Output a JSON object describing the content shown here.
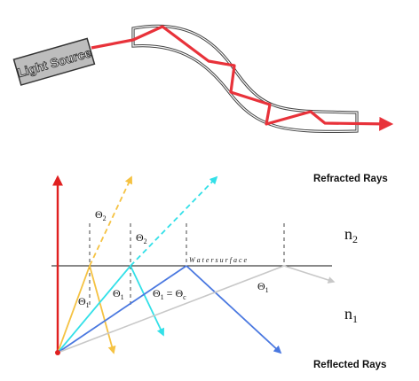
{
  "fiber_figure": {
    "source_label": "Light Source",
    "ray_color": "#e8323a",
    "fiber_outline_color": "#444444",
    "source_fill": "#bdbdbd"
  },
  "refraction_figure": {
    "refracted_label": "Refracted Rays",
    "reflected_label": "Reflected Rays",
    "surface_label": "W a t e r   s u r f a c e",
    "n_upper": {
      "base": "n",
      "sub": "2"
    },
    "n_lower": {
      "base": "n",
      "sub": "1"
    },
    "theta1": {
      "base": "Θ",
      "sub": "1"
    },
    "theta2": {
      "base": "Θ",
      "sub": "2"
    },
    "theta_crit": {
      "text": "Θ",
      "sub1": "1",
      "eq": " = Θ",
      "sub2": "c"
    },
    "colors": {
      "normal_ray": "#e02020",
      "yellow_ray": "#f5c242",
      "cyan_ray": "#33e0e8",
      "blue_ray": "#4a78e0",
      "gray_ray": "#c8c8c8"
    }
  }
}
